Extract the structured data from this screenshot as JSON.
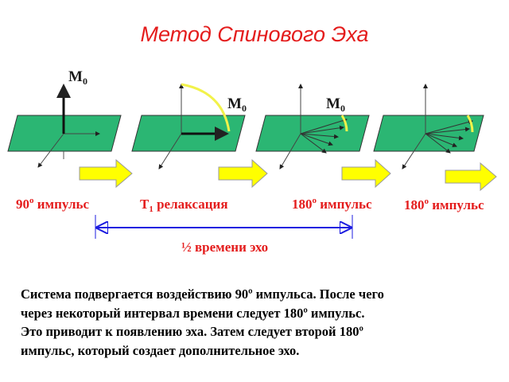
{
  "title": "Метод Спинового Эха",
  "vector_label": {
    "main": "M",
    "sub": "0"
  },
  "stages": [
    {
      "label_main": "90",
      "label_sup": "o",
      "label_rest": " импульс"
    },
    {
      "label_main": "T",
      "label_sub": "1",
      "label_rest": " релаксация"
    },
    {
      "label_main": "180",
      "label_sup": "o",
      "label_rest": " импульс"
    },
    {
      "label_main": "180",
      "label_sup": "o",
      "label_rest": " импульс"
    }
  ],
  "interval_label": "½ времени эхо",
  "description_lines": [
    "Система подвергается воздействию 90º импульса. После чего",
    "через некоторый интервал времени следует 180º импульс.",
    "Это приводит к появлению эха. Затем следует второй 180º",
    "импульс, который создает дополнительное эхо."
  ],
  "colors": {
    "title": "#e41c1c",
    "plane": "#2bb673",
    "arrow_fill": "#ffff00",
    "arc": "#f2f24a",
    "interval": "#1c1ce0"
  }
}
